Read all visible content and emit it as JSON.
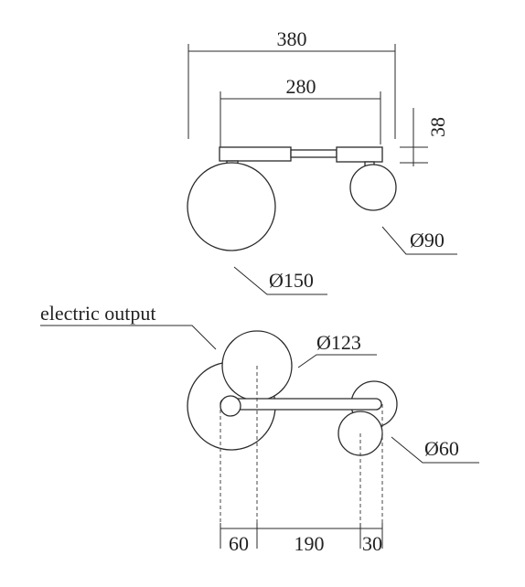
{
  "side_view": {
    "dim_overall": "380",
    "dim_centers": "280",
    "dim_height": "38",
    "dia_small": "Ø90",
    "dia_large": "Ø150"
  },
  "top_view": {
    "label_output": "electric output",
    "dia_canopy": "Ø123",
    "dia_small": "Ø60",
    "dim_a": "60",
    "dim_b": "190",
    "dim_c": "30"
  }
}
